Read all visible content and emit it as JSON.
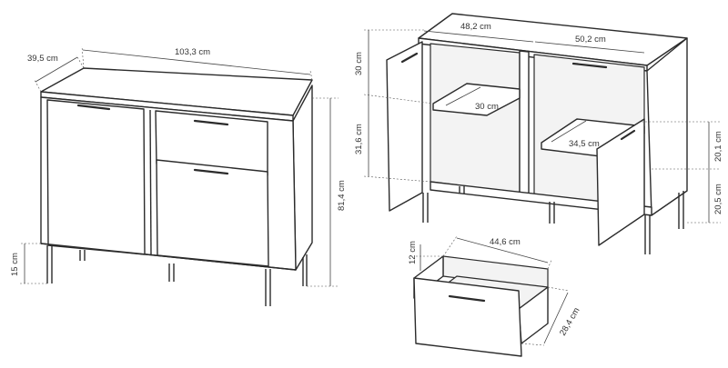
{
  "dimensions": {
    "depth": "39,5 cm",
    "width": "103,3 cm",
    "height": "81,4 cm",
    "leg_height": "15 cm",
    "left_inner_width": "48,2 cm",
    "right_inner_width": "50,2 cm",
    "upper_space": "30 cm",
    "lower_space": "31,6 cm",
    "shelf_depth": "30 cm",
    "right_shelf_depth": "34,5 cm",
    "right_upper_space": "20,1 cm",
    "right_lower_space": "20,5 cm",
    "drawer_width": "44,6 cm",
    "drawer_height": "12 cm",
    "drawer_depth": "28,4 cm"
  }
}
